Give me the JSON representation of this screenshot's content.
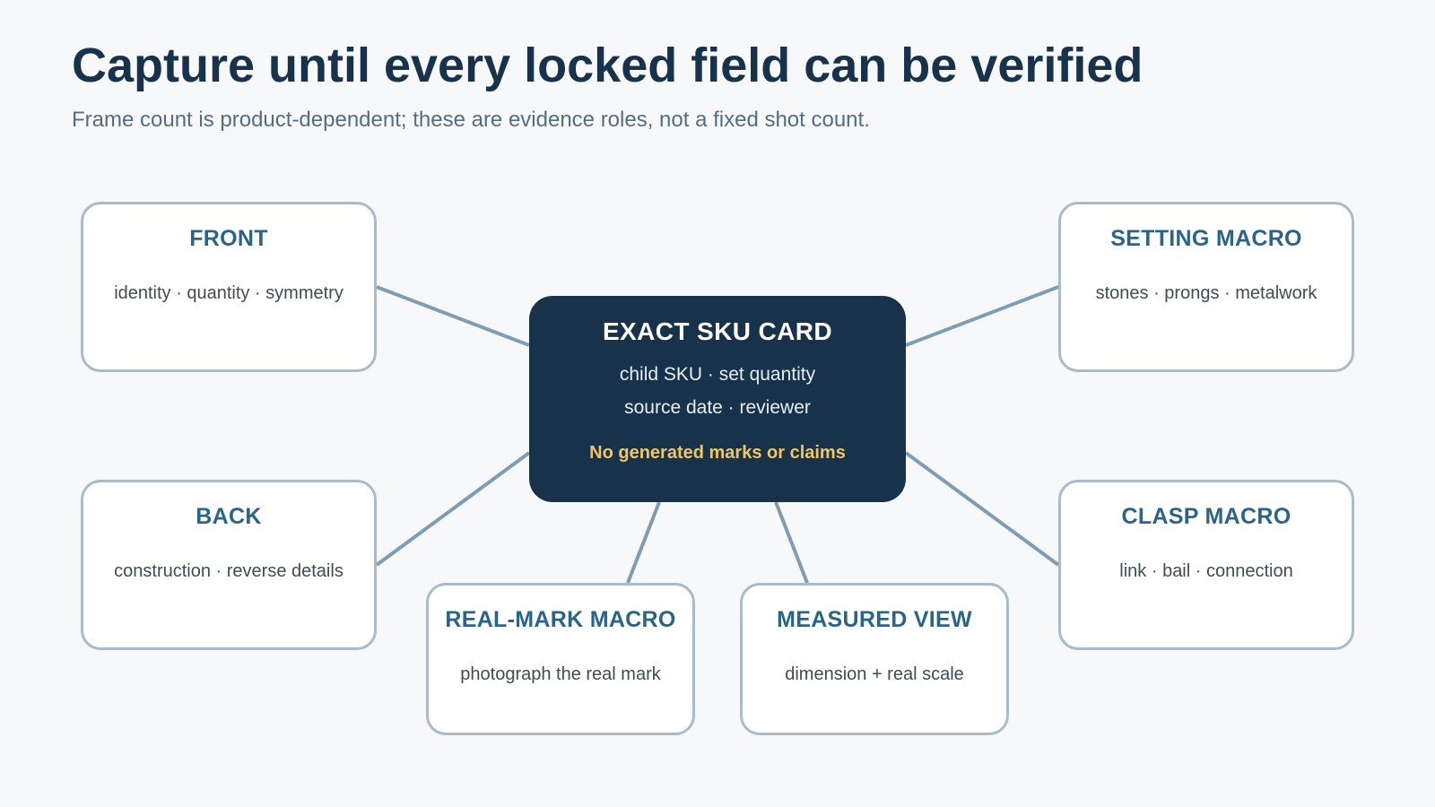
{
  "header": {
    "title": "Capture until every locked field can be verified",
    "subtitle": "Frame count is product-dependent; these are evidence roles, not a fixed shot count."
  },
  "hub": {
    "title": "EXACT SKU CARD",
    "lines": [
      "child SKU · set quantity",
      "source date · reviewer"
    ],
    "note": "No generated marks or claims"
  },
  "nodes": {
    "front": {
      "title": "FRONT",
      "detail": "identity · quantity · symmetry"
    },
    "setting_macro": {
      "title": "SETTING MACRO",
      "detail": "stones · prongs · metalwork"
    },
    "back": {
      "title": "BACK",
      "detail": "construction · reverse details"
    },
    "clasp_macro": {
      "title": "CLASP MACRO",
      "detail": "link · bail · connection"
    },
    "real_mark_macro": {
      "title": "REAL-MARK MACRO",
      "detail": "photograph the real mark"
    },
    "measured_view": {
      "title": "MEASURED VIEW",
      "detail": "dimension + real scale"
    }
  },
  "colors": {
    "background": "#f6f8fa",
    "hub_fill": "#17324a",
    "node_border": "#a7bccb",
    "node_title": "#2a6487",
    "connector": "#7e9db2",
    "note": "#f1c465"
  }
}
